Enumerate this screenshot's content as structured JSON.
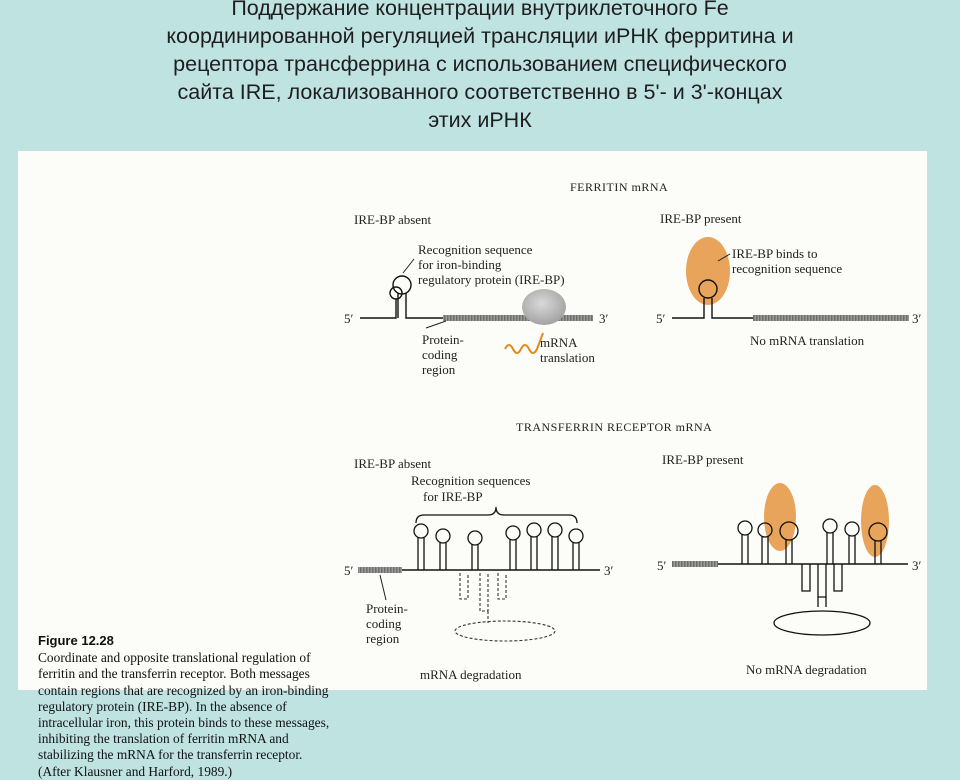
{
  "slide": {
    "title_lines": [
      "Поддержание концентрации внутриклеточного Fe",
      "координированной регуляцией трансляции иРНК ферритина и",
      "рецептора трансферрина с использованием специфического",
      "сайта IRE, локализованного соответственно в 5'- и  3'-концах",
      "этих иРНК"
    ]
  },
  "figure": {
    "ferritin": {
      "heading": "FERRITIN mRNA",
      "absent": {
        "state_label": "IRE-BP absent",
        "recognition_lines": [
          "Recognition sequence",
          "for iron-binding",
          "regulatory protein (IRE-BP)"
        ],
        "five_prime": "5′",
        "three_prime": "3′",
        "coding_lines": [
          "Protein-",
          "coding",
          "region"
        ],
        "translation_lines": [
          "mRNA",
          "translation"
        ]
      },
      "present": {
        "state_label": "IRE-BP present",
        "binds_lines": [
          "IRE-BP binds to",
          "recognition sequence"
        ],
        "five_prime": "5′",
        "three_prime": "3′",
        "outcome": "No mRNA translation"
      }
    },
    "transferrin": {
      "heading": "TRANSFERRIN RECEPTOR mRNA",
      "absent": {
        "state_label": "IRE-BP absent",
        "recognition_lines": [
          "Recognition sequences",
          "for IRE-BP"
        ],
        "five_prime": "5′",
        "three_prime": "3′",
        "coding_lines": [
          "Protein-",
          "coding",
          "region"
        ],
        "outcome": "mRNA degradation"
      },
      "present": {
        "state_label": "IRE-BP present",
        "five_prime": "5′",
        "three_prime": "3′",
        "outcome": "No mRNA degradation"
      }
    },
    "caption": {
      "label": "Figure 12.28",
      "text": "Coordinate and opposite translational regulation of ferritin and the transferrin receptor. Both messages contain regions that are recognized by an iron-binding regulatory protein (IRE-BP). In the absence of intracellular iron, this protein binds to these messages, inhibiting the translation of ferritin mRNA and stabilizing the mRNA for the transferrin receptor. (After Klausner and Harford, 1989.)"
    }
  },
  "colors": {
    "background": "#bfe3e1",
    "panel": "#fcfcf9",
    "irebp_protein": "#e8a45a",
    "ribosome": "#b8b8b8",
    "peptide": "#e38a1c",
    "coding_region": "#8a8a8a"
  }
}
